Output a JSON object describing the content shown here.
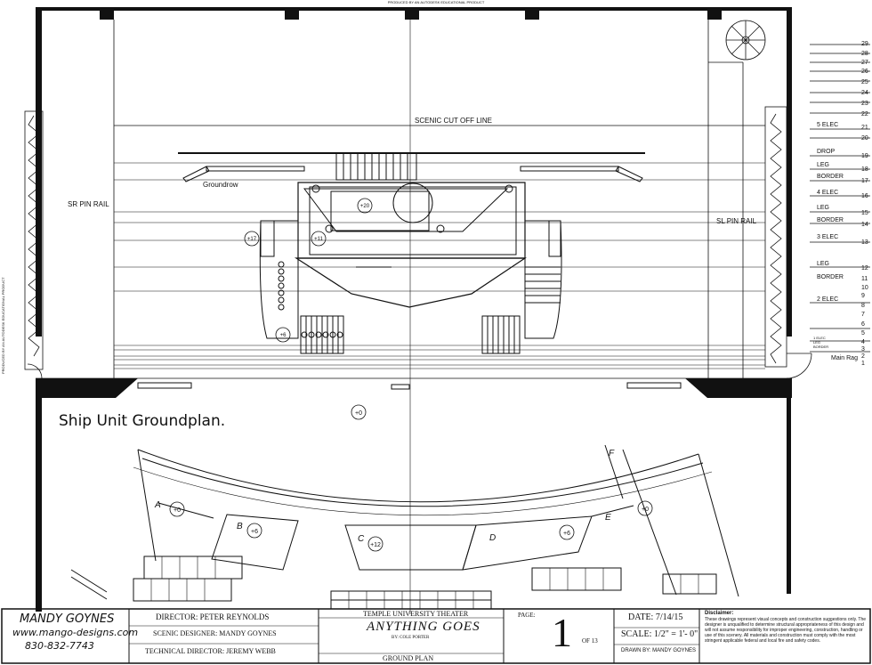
{
  "header_note": "PRODUCED BY AN AUTODESK EDUCATIONAL PRODUCT",
  "side_note": "PRODUCED BY AN AUTODESK EDUCATIONAL PRODUCT",
  "labels": {
    "cut_off_line": "SCENIC CUT OFF LINE",
    "groundrow": "Groundrow",
    "sr_pin_rail": "SR PIN RAIL",
    "sl_pin_rail": "SL PIN RAIL",
    "main_rag": "Main Rag",
    "caption": "Ship Unit Groundplan."
  },
  "elevations": {
    "e1": "+0",
    "e2": "+20",
    "e3": "+11",
    "e4": "+17",
    "e5": "+6",
    "e6": "+0",
    "e7": "+0",
    "e8": "+6",
    "e9": "+12",
    "e10": "+6",
    "e11": "+0"
  },
  "section_letters": {
    "a": "A",
    "b": "B",
    "c": "C",
    "d": "D",
    "e": "E",
    "f": "F"
  },
  "lineset_numbers": [
    "29",
    "28",
    "27",
    "26",
    "25",
    "24",
    "23",
    "22",
    "21",
    "20",
    "19",
    "18",
    "17",
    "16",
    "15",
    "14",
    "13",
    "12",
    "11",
    "10",
    "9",
    "8",
    "7",
    "6",
    "5",
    "4",
    "3",
    "2",
    "1"
  ],
  "lineset_labels": {
    "l1": "5 ELEC",
    "l2": "DROP",
    "l3": "LEG",
    "l4": "BORDER",
    "l5": "4 ELEC",
    "l6": "LEG",
    "l7": "BORDER",
    "l8": "3 ELEC",
    "l9": "LEG",
    "l10": "BORDER",
    "l11": "2 ELEC",
    "l12": "1 ELEC",
    "l13": "LEG",
    "l14": "BORDER"
  },
  "title_block": {
    "designer_name": "MANDY GOYNES",
    "designer_site": "www.mango-designs.com",
    "designer_phone": "830-832-7743",
    "director": "DIRECTOR: PETER REYNOLDS",
    "scenic_designer": "SCENIC DESIGNER: MANDY GOYNES",
    "technical_director": "TECHNICAL DIRECTOR: JEREMY WEBB",
    "theater": "TEMPLE UNIVERSITY THEATER",
    "show": "ANYTHING GOES",
    "author": "BY: COLE PORTER",
    "sheet": "GROUND PLAN",
    "page_label": "PAGE:",
    "page_number": "1",
    "page_of": "OF 13",
    "date": "DATE: 7/14/15",
    "scale": "SCALE: 1/2\" = 1'- 0\"",
    "drawn_by": "DRAWN BY: MANDY GOYNES",
    "disclaimer_title": "Disclaimer:",
    "disclaimer_text": "These drawings represent visual concepts and construction suggestions only. The designer is unqualified to determine structural appropriateness of this design and will not assume responsibility for improper engineering, construction, handling or use of this scenery. All materials and construction must comply with the most stringent applicable federal and local fire and safety codes."
  }
}
